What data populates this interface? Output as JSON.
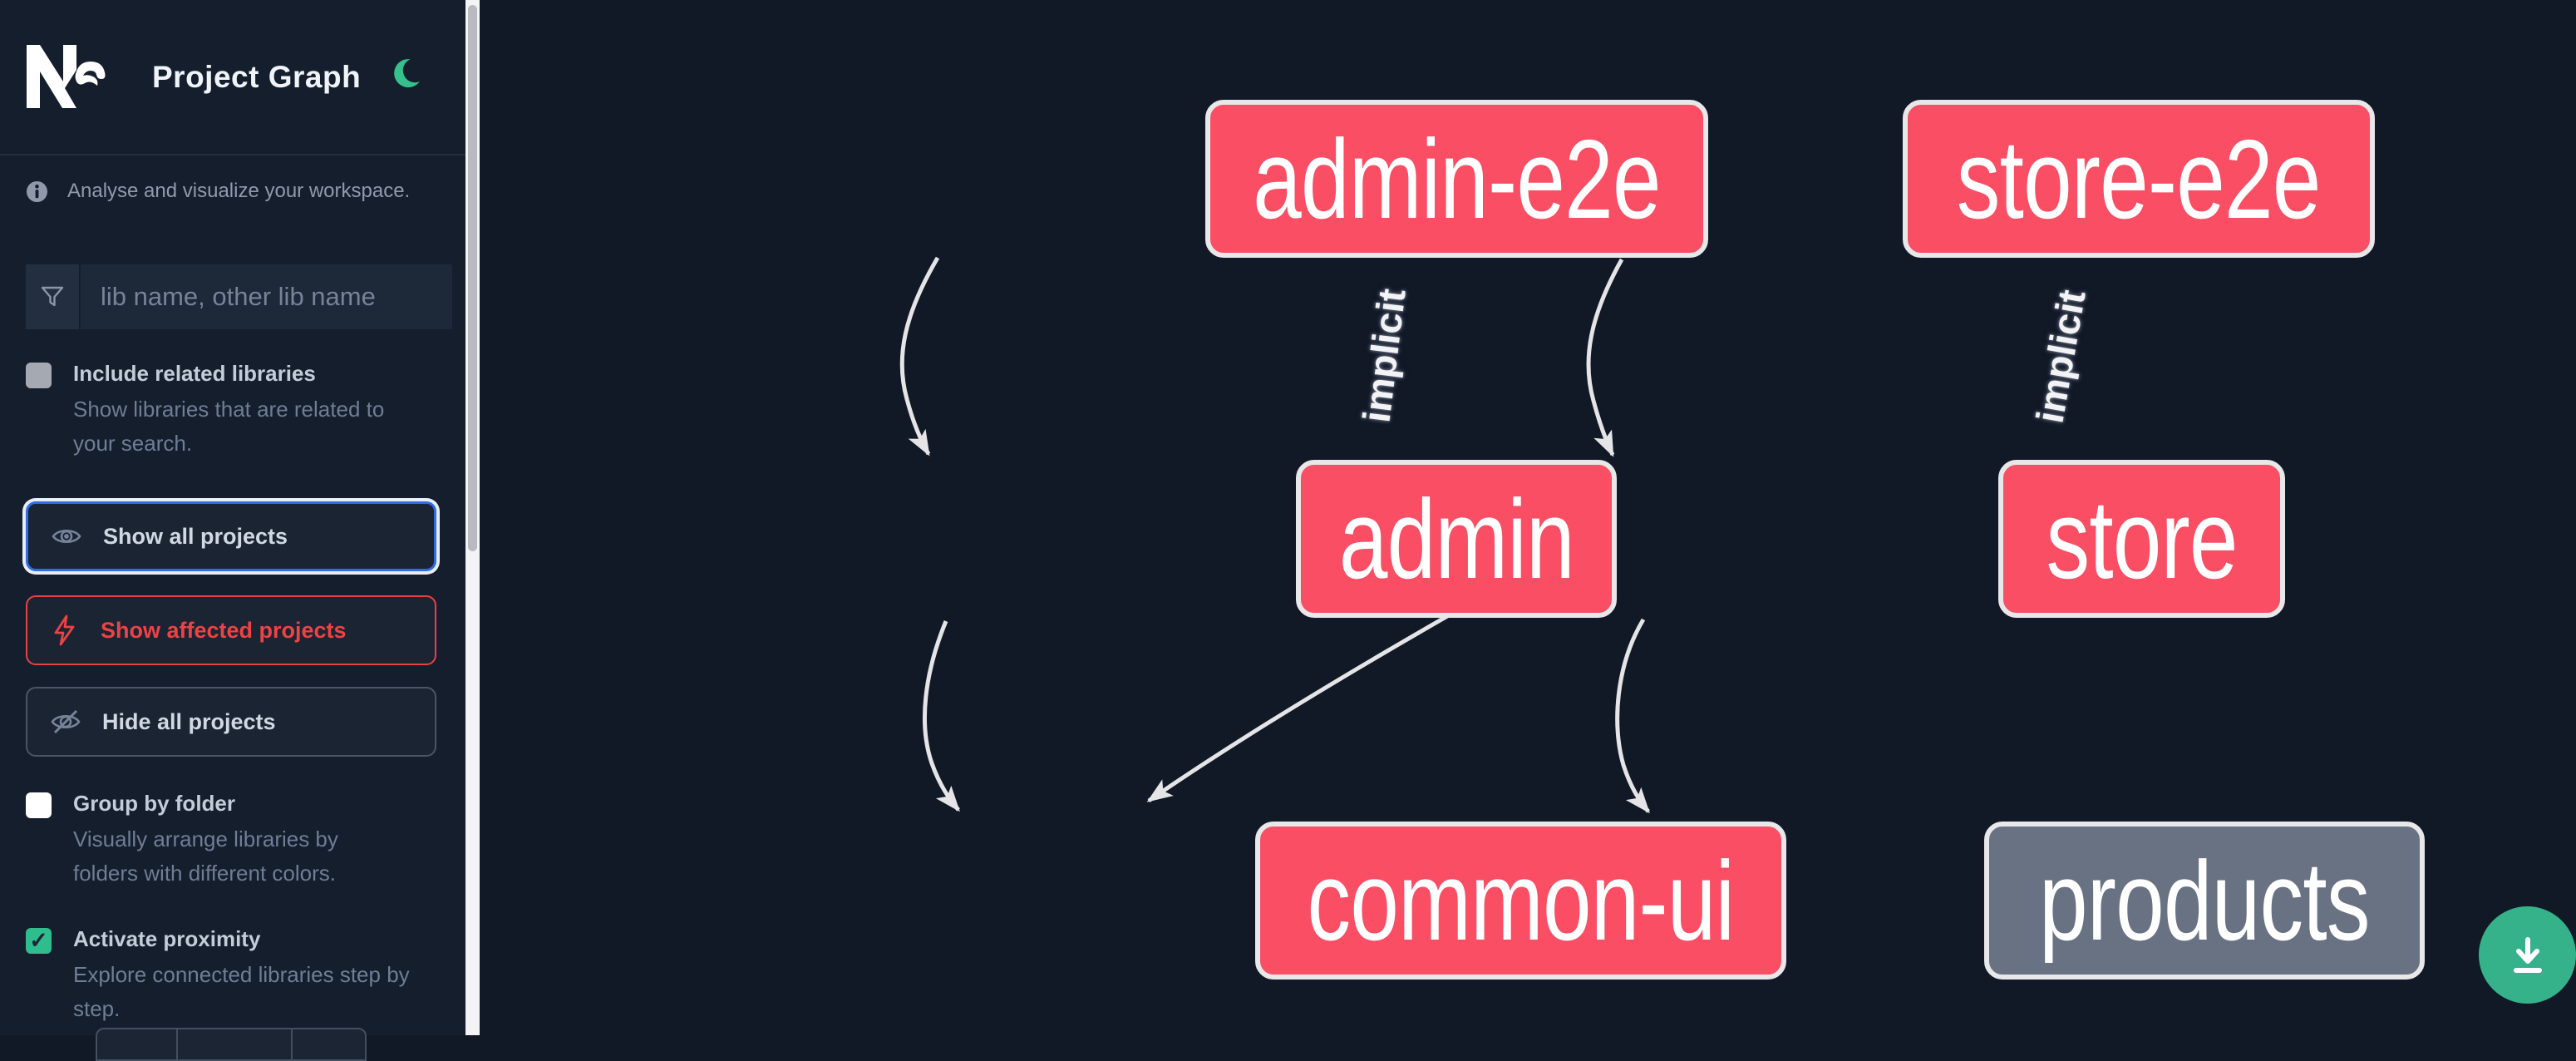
{
  "header": {
    "logo": "Nx",
    "title": "Project Graph",
    "theme_icon": "moon-icon",
    "theme_color": "#35c08c"
  },
  "sidebar": {
    "tagline": "Analyse and visualize your workspace.",
    "search": {
      "placeholder": "lib name, other lib name",
      "value": "",
      "icon": "filter-funnel-icon"
    },
    "options": [
      {
        "label": "Include related libraries",
        "description": "Show libraries that are related to your search.",
        "checked": false
      },
      {
        "label": "Group by folder",
        "description": "Visually arrange libraries by folders with different colors.",
        "checked": false
      },
      {
        "label": "Activate proximity",
        "description": "Explore connected libraries step by step.",
        "checked": true
      }
    ],
    "actions": [
      {
        "label": "Show all projects",
        "icon": "eye-icon",
        "state": "focused"
      },
      {
        "label": "Show affected projects",
        "icon": "lightning-icon",
        "state": "affected"
      },
      {
        "label": "Hide all projects",
        "icon": "eye-off-icon",
        "state": "default"
      }
    ]
  },
  "graph": {
    "nodes": [
      {
        "id": "admin-e2e",
        "label": "admin-e2e",
        "style": "affected"
      },
      {
        "id": "store-e2e",
        "label": "store-e2e",
        "style": "affected"
      },
      {
        "id": "admin",
        "label": "admin",
        "style": "affected"
      },
      {
        "id": "store",
        "label": "store",
        "style": "affected"
      },
      {
        "id": "common-ui",
        "label": "common-ui",
        "style": "affected"
      },
      {
        "id": "products",
        "label": "products",
        "style": "default"
      }
    ],
    "edges": [
      {
        "from": "admin-e2e",
        "to": "admin",
        "label": "implicit"
      },
      {
        "from": "store-e2e",
        "to": "store",
        "label": "implicit"
      },
      {
        "from": "admin",
        "to": "common-ui",
        "label": ""
      },
      {
        "from": "store",
        "to": "common-ui",
        "label": ""
      },
      {
        "from": "store",
        "to": "products",
        "label": ""
      }
    ]
  },
  "fab": {
    "icon": "download-icon",
    "color": "#35b289"
  },
  "colors": {
    "canvas_bg": "#111826",
    "sidebar_bg": "#151e2d",
    "node_affected": "#f94e64",
    "node_default": "#697283",
    "node_border": "#e8e7e9",
    "edge": "#e5e4e7",
    "accent_blue": "#2e6ce8",
    "accent_red": "#ee4243",
    "accent_green": "#30bd8d"
  }
}
